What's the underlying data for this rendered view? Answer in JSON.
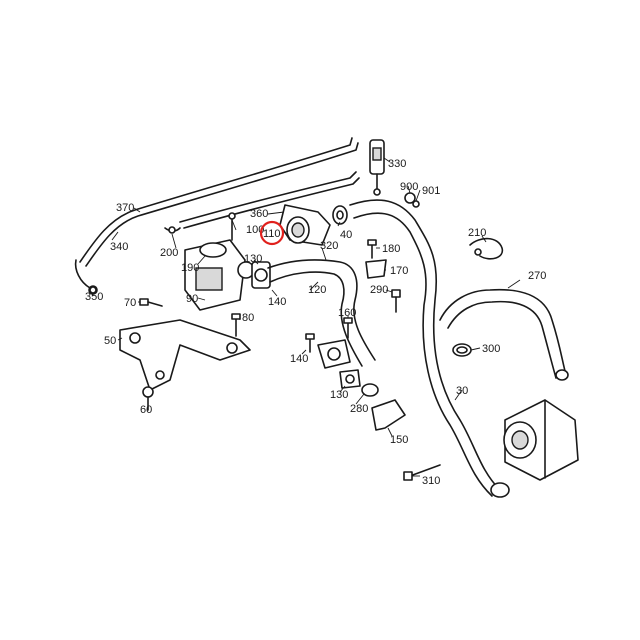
{
  "highlight_color": "#e0201c",
  "highlighted_part": "110",
  "callouts": [
    {
      "id": "330",
      "label": "330"
    },
    {
      "id": "900",
      "label": "900"
    },
    {
      "id": "901",
      "label": "901"
    },
    {
      "id": "370",
      "label": "370"
    },
    {
      "id": "360",
      "label": "360"
    },
    {
      "id": "110",
      "label": "110"
    },
    {
      "id": "40",
      "label": "40"
    },
    {
      "id": "100",
      "label": "100"
    },
    {
      "id": "200",
      "label": "200"
    },
    {
      "id": "340",
      "label": "340"
    },
    {
      "id": "190",
      "label": "190"
    },
    {
      "id": "320",
      "label": "320"
    },
    {
      "id": "180",
      "label": "180"
    },
    {
      "id": "210",
      "label": "210"
    },
    {
      "id": "130",
      "label": "130"
    },
    {
      "id": "170",
      "label": "170"
    },
    {
      "id": "350",
      "label": "350"
    },
    {
      "id": "120",
      "label": "120"
    },
    {
      "id": "140a",
      "label": "140"
    },
    {
      "id": "290",
      "label": "290"
    },
    {
      "id": "270",
      "label": "270"
    },
    {
      "id": "90",
      "label": "90"
    },
    {
      "id": "70",
      "label": "70"
    },
    {
      "id": "80",
      "label": "80"
    },
    {
      "id": "160",
      "label": "160"
    },
    {
      "id": "50",
      "label": "50"
    },
    {
      "id": "140b",
      "label": "140"
    },
    {
      "id": "300",
      "label": "300"
    },
    {
      "id": "130b",
      "label": "130"
    },
    {
      "id": "30",
      "label": "30"
    },
    {
      "id": "60",
      "label": "60"
    },
    {
      "id": "280",
      "label": "280"
    },
    {
      "id": "150",
      "label": "150"
    },
    {
      "id": "310",
      "label": "310"
    }
  ]
}
